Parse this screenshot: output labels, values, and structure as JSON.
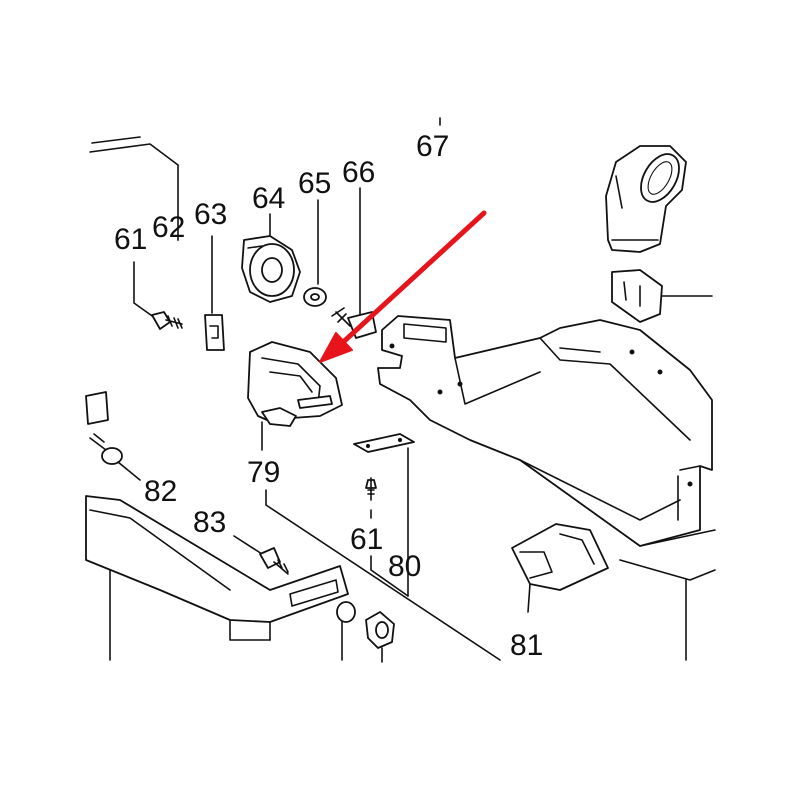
{
  "diagram": {
    "part_labels": [
      {
        "id": "p61a",
        "text": "61"
      },
      {
        "id": "p62",
        "text": "62"
      },
      {
        "id": "p63",
        "text": "63"
      },
      {
        "id": "p64",
        "text": "64"
      },
      {
        "id": "p65",
        "text": "65"
      },
      {
        "id": "p66",
        "text": "66"
      },
      {
        "id": "p67",
        "text": "67"
      },
      {
        "id": "p79",
        "text": "79"
      },
      {
        "id": "p82",
        "text": "82"
      },
      {
        "id": "p83",
        "text": "83"
      },
      {
        "id": "p61b",
        "text": "61"
      },
      {
        "id": "p80",
        "text": "80"
      },
      {
        "id": "p81",
        "text": "81"
      }
    ],
    "highlight_arrow": {
      "color": "#e8141b",
      "points_to": "79"
    }
  }
}
